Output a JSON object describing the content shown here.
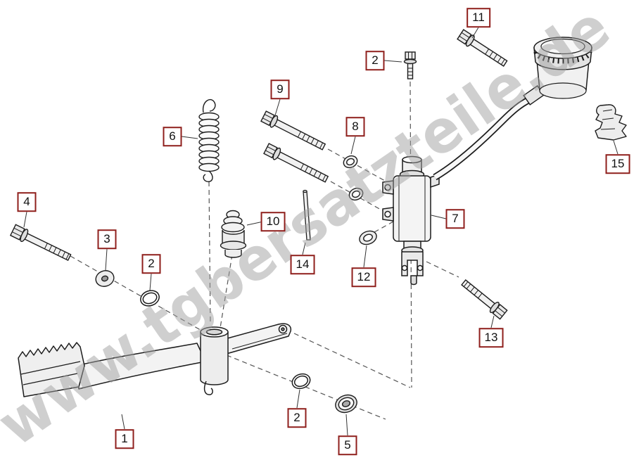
{
  "watermark": "www.tgbersatzteile.de",
  "colors": {
    "label_border": "#8f1f1c",
    "line": "#1c1c1c",
    "watermark": "#a0a0a0"
  },
  "labels": [
    {
      "id": "11",
      "text": "11"
    },
    {
      "id": "2a",
      "text": "2"
    },
    {
      "id": "9",
      "text": "9"
    },
    {
      "id": "8",
      "text": "8"
    },
    {
      "id": "6",
      "text": "6"
    },
    {
      "id": "15",
      "text": "15"
    },
    {
      "id": "4",
      "text": "4"
    },
    {
      "id": "10",
      "text": "10"
    },
    {
      "id": "7",
      "text": "7"
    },
    {
      "id": "3",
      "text": "3"
    },
    {
      "id": "2b",
      "text": "2"
    },
    {
      "id": "14",
      "text": "14"
    },
    {
      "id": "12",
      "text": "12"
    },
    {
      "id": "13",
      "text": "13"
    },
    {
      "id": "2c",
      "text": "2"
    },
    {
      "id": "1",
      "text": "1"
    },
    {
      "id": "5",
      "text": "5"
    }
  ]
}
